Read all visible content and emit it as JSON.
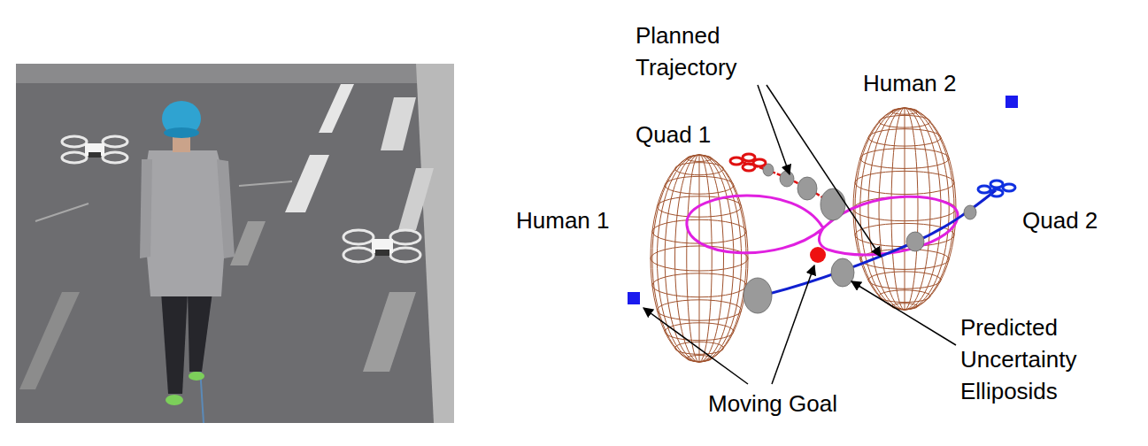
{
  "diagram": {
    "labels": [
      "Planned Trajectory",
      "Human 2",
      "Quad 1",
      "Human 1",
      "Quad 2",
      "Predicted Uncertainty Elliposids",
      "Moving Goal"
    ]
  }
}
